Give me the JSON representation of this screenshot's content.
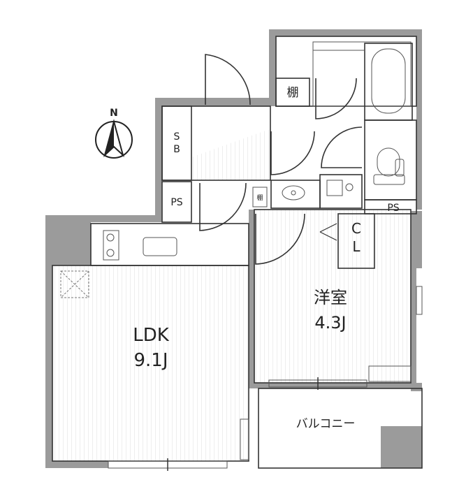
{
  "compass": {
    "north_label": "N"
  },
  "rooms": {
    "ldk": {
      "name": "LDK",
      "size": "9.1J"
    },
    "western_room": {
      "name": "洋室",
      "size": "4.3J"
    },
    "balcony": {
      "name": "バルコニー"
    }
  },
  "storage": {
    "shoe_box": {
      "line1": "S",
      "line2": "B"
    },
    "shelf_large": "棚",
    "shelf_small": "棚",
    "pipe_space_left": "PS",
    "pipe_space_right": "PS",
    "closet": {
      "line1": "C",
      "line2": "L"
    }
  }
}
